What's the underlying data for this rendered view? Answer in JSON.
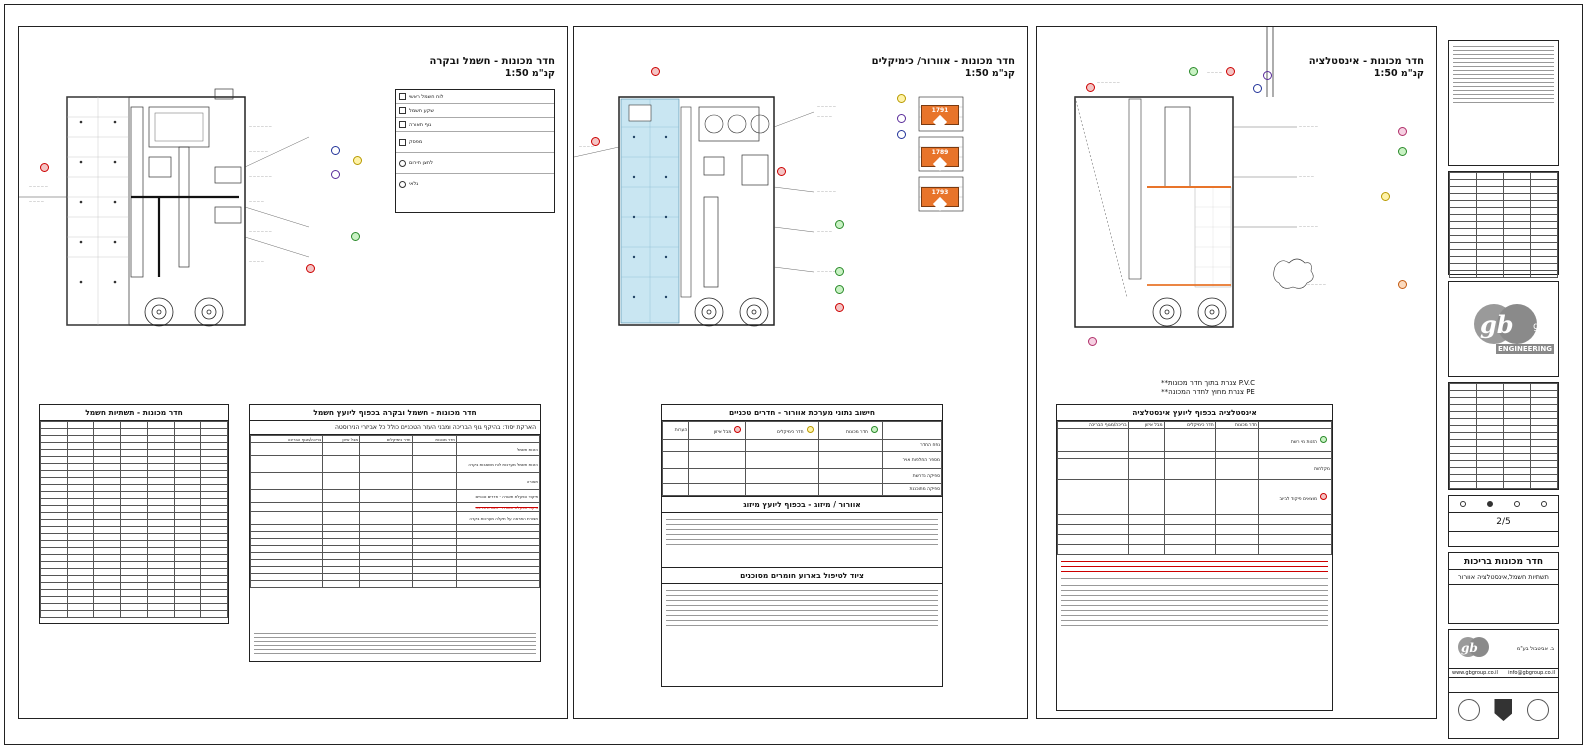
{
  "panels": {
    "left": {
      "title": "חדר מכונות - חשמל ובקרה",
      "scale": "קנ\"מ 1:50",
      "legend_items": [
        "לוח חשמל ראשי",
        "שקע חשמל",
        "גוף תאורה",
        "מפסק",
        "לחצן חירום",
        "גלאי"
      ],
      "schedule_title": "חדר מכונות - תשתיות חשמל",
      "coordination_title": "חדר מכונות - חשמל ובקרה בכפוף ליועץ חשמל",
      "coordination_subtitle": "הארקת יסוד: בהיקף גוף הבריכה ומבני העזר הטכניים כולל כל אביזרי הנירוסטה",
      "coordination_headers": [
        "חדר מכונות",
        "חדר כימיקלים",
        "מבל איזון",
        "בריכה/מגוף הבריכה"
      ],
      "coordination_rows": [
        "הזנות חשמל",
        "הזנות חשמל מערכות לוח משאבות בקרה",
        "תאורה",
        "פיקוד הפעלת תאורה - חדרים טכניים",
        "פיקוד הפעלת תאורה - תאורת בריכה",
        "תצורת התראה על תקלה מערכות בקרה"
      ]
    },
    "middle": {
      "title": "חדר מכונות - אוורור/ כימיקלים",
      "scale": "קנ\"מ 1:50",
      "hazards": [
        {
          "code": "1791",
          "label": "8 / 2"
        },
        {
          "code": "1789",
          "label": "8 / 2"
        },
        {
          "code": "1793",
          "label": "8 / 2"
        }
      ],
      "ventilation_title": "חישוב נתוני מערכת אוורור - חדרים טכניים",
      "ventilation_headers": [
        "חדר מכונות",
        "חדר כימיקלים",
        "מבל איזון",
        "הערות"
      ],
      "ventilation_rows": [
        "נפח החדר",
        "מספר החלפות אויר",
        "ספיקה נדרשת",
        "ספיקה מתוכננת"
      ],
      "hvac_title": "אוורור / מיזוג - בכפוף ליועץ מיזוג",
      "hazmat_title": "ציוד לטיפול בארוע חומרים מסוכנים"
    },
    "right": {
      "title": "חדר מכונות - אינסטלציה",
      "scale": "קנ\"מ 1:50",
      "pipe_note_1": "P.V.C צנרת בתוך חדר מכונות**",
      "pipe_note_2": "PE צנרת מחוץ לחדר המכונה**",
      "plumbing_title": "אינסטלציה בכפוף ליועץ אינסטלציה",
      "plumbing_headers": [
        "חדר מכונות",
        "חדר כימיקלים",
        "מבל איזון",
        "בריכה/מגוף הבריכה"
      ],
      "plumbing_rows": [
        "הזנות מי רשת",
        "מקלחות",
        "מוצאים פיקוד לביוב"
      ]
    }
  },
  "sidebar": {
    "logo_text": "ENGINEERING",
    "sheet_number": "2/5",
    "project_title": "חדר מכונות בריכות",
    "drawing_title": "תשתיות חשמל,אינסטלציה אוורור",
    "company_name": "ב. אביטבול בע\"מ",
    "website": "www.gbgroup.co.il",
    "email": "info@gbgroup.co.il"
  }
}
